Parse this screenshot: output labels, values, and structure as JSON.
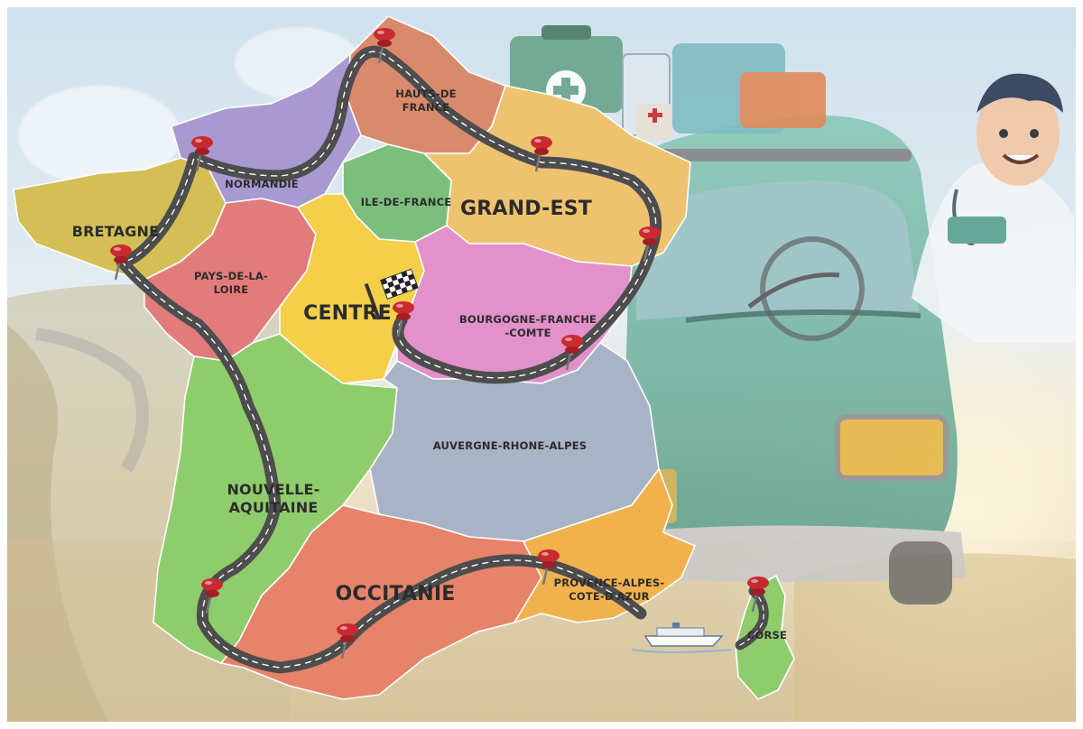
{
  "map": {
    "regions": [
      {
        "id": "hauts-de-france",
        "name": "HAUTS-DE-FRANCE",
        "lines": [
          "HAUTS-DE",
          "FRANCE"
        ],
        "color": "#d98a6c"
      },
      {
        "id": "normandie",
        "name": "NORMANDIE",
        "lines": [
          "NORMANDIE"
        ],
        "color": "#a89ad0"
      },
      {
        "id": "ile-de-france",
        "name": "ILE-DE-FRANCE",
        "lines": [
          "ILE-DE-FRANCE"
        ],
        "color": "#7cbf7d"
      },
      {
        "id": "grand-est",
        "name": "GRAND-EST",
        "lines": [
          "GRAND-EST"
        ],
        "color": "#eec36f"
      },
      {
        "id": "bretagne",
        "name": "BRETAGNE",
        "lines": [
          "BRETAGNE"
        ],
        "color": "#d4bf57"
      },
      {
        "id": "pays-de-la-loire",
        "name": "PAYS-DE-LA-LOIRE",
        "lines": [
          "PAYS-DE-LA-",
          "LOIRE"
        ],
        "color": "#e27c7c"
      },
      {
        "id": "centre",
        "name": "CENTRE",
        "lines": [
          "CENTRE"
        ],
        "color": "#f4cf4a"
      },
      {
        "id": "bourgogne-franche-comte",
        "name": "BOURGOGNE-FRANCHE-COMTE",
        "lines": [
          "BOURGOGNE-FRANCHE",
          "-COMTE"
        ],
        "color": "#e291cb"
      },
      {
        "id": "nouvelle-aquitaine",
        "name": "NOUVELLE-AQUITAINE",
        "lines": [
          "NOUVELLE-",
          "AQUITAINE"
        ],
        "color": "#8fcd6c"
      },
      {
        "id": "auvergne-rhone-alpes",
        "name": "AUVERGNE-RHONE-ALPES",
        "lines": [
          "AUVERGNE-RHONE-ALPES"
        ],
        "color": "#a9b3c6"
      },
      {
        "id": "occitanie",
        "name": "OCCITANIE",
        "lines": [
          "OCCITANIE"
        ],
        "color": "#e6836a"
      },
      {
        "id": "provence-alpes-cote-dazur",
        "name": "PROVENCE-ALPES-COTE-D'AZUR",
        "lines": [
          "PROVENCE-ALPES-",
          "COTE-D'AZUR"
        ],
        "color": "#f1b24d"
      },
      {
        "id": "corse",
        "name": "CORSE",
        "lines": [
          "CORSE"
        ],
        "color": "#8fcd6c"
      }
    ],
    "route": {
      "stops": [
        "CENTRE",
        "BOURGOGNE-FRANCHE-COMTE",
        "GRAND-EST",
        "HAUTS-DE-FRANCE",
        "NORMANDIE",
        "BRETAGNE",
        "PAYS-DE-LA-LOIRE",
        "NOUVELLE-AQUITAINE",
        "OCCITANIE",
        "PROVENCE-ALPES-COTE-D'AZUR",
        "CORSE"
      ],
      "road_color": "#5c5c5c",
      "pin_color": "#c92a2f"
    },
    "icons": [
      "finish-flag-icon",
      "map-pin-icon",
      "ferry-icon",
      "van-icon",
      "doctor-icon",
      "first-aid-kit-icon"
    ],
    "colors": {
      "sky": "#d7e6ef",
      "field": "#d9c9a6",
      "van": "#6fb3a0",
      "headlight": "#e4b23e"
    }
  }
}
